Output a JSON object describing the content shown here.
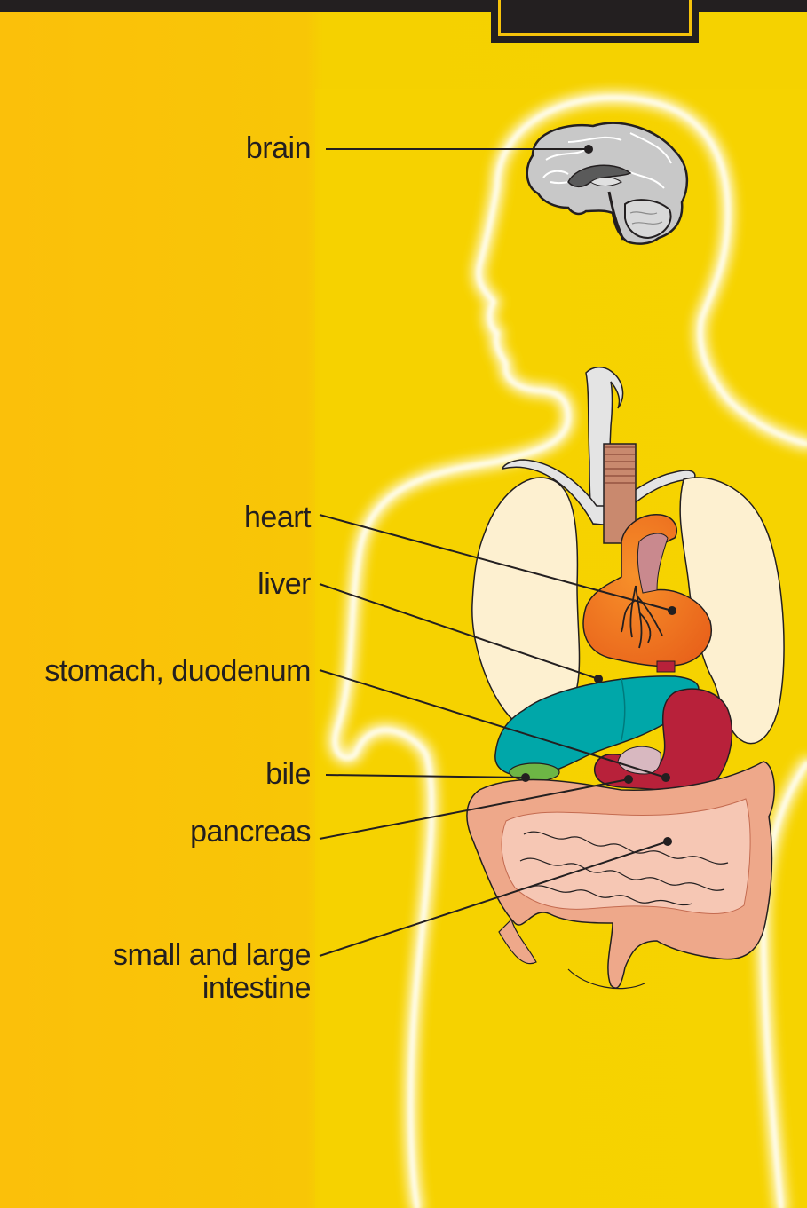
{
  "labels": {
    "brain": "brain",
    "heart": "heart",
    "liver": "liver",
    "stomach": "stomach, duodenum",
    "bile": "bile",
    "pancreas": "pancreas",
    "intestine_line1": "small and large",
    "intestine_line2": "intestine"
  },
  "colors": {
    "background_left": "#fbc40a",
    "background_right": "#f6d300",
    "body_outline_glow": "#fff6c8",
    "lungs": "#fdf0d0",
    "heart": "#f07822",
    "liver": "#00a7a9",
    "stomach": "#b8213a",
    "bile": "#6db545",
    "pancreas": "#e8c8c8",
    "intestine": "#eea88a",
    "leader_line": "#231f20"
  },
  "icons": [
    "brain-icon",
    "trachea-icon",
    "lungs-icon",
    "heart-icon",
    "liver-icon",
    "stomach-icon",
    "gallbladder-icon",
    "intestine-icon",
    "body-silhouette-icon"
  ]
}
